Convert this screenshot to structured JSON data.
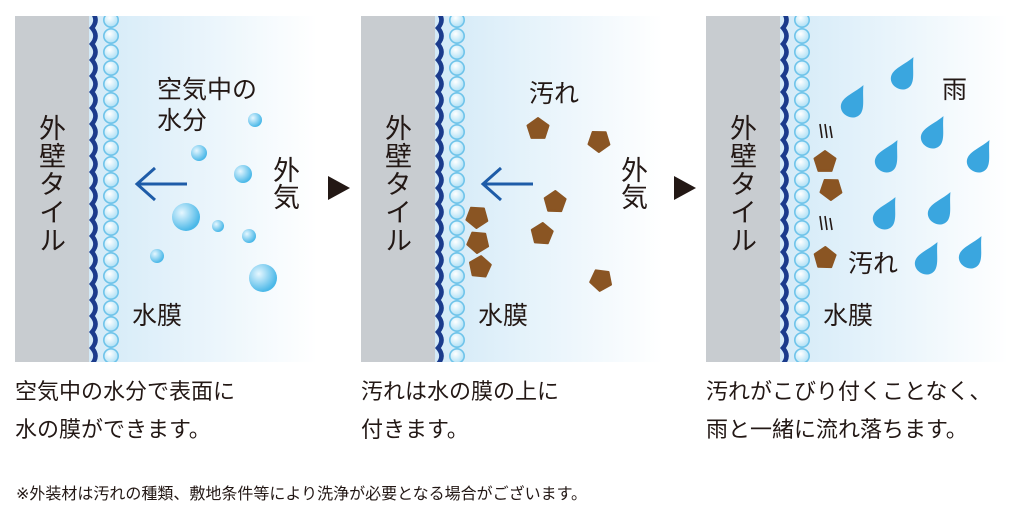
{
  "panels": [
    {
      "wall_label": "外壁タイル",
      "film_label": "水膜",
      "moisture_label_line1": "空気中の",
      "moisture_label_line2": "水分",
      "outside_air_label": "外気",
      "caption_line1": "空気中の水分で表面に",
      "caption_line2": "水の膜ができます。"
    },
    {
      "wall_label": "外壁タイル",
      "film_label": "水膜",
      "dirt_label": "汚れ",
      "outside_air_label": "外気",
      "caption_line1": "汚れは水の膜の上に",
      "caption_line2": "付きます。"
    },
    {
      "wall_label": "外壁タイル",
      "film_label": "水膜",
      "rain_label": "雨",
      "dirt_label": "汚れ",
      "caption_line1": "汚れがこびり付くことなく、",
      "caption_line2": "雨と一緒に流れ落ちます。"
    }
  ],
  "footnote": "※外装材は汚れの種類、敷地条件等により洗浄が必要となる場合がございます。",
  "colors": {
    "wall": "#c8ccd0",
    "wave": "#1b3b8c",
    "bead": "#6fc4ea",
    "panel_gradient_start": "#c5e3f5",
    "panel_gradient_end": "#ffffff",
    "arrow": "#1e5ca8",
    "dirt": "#8a5523",
    "rain": "#3aa6df"
  }
}
